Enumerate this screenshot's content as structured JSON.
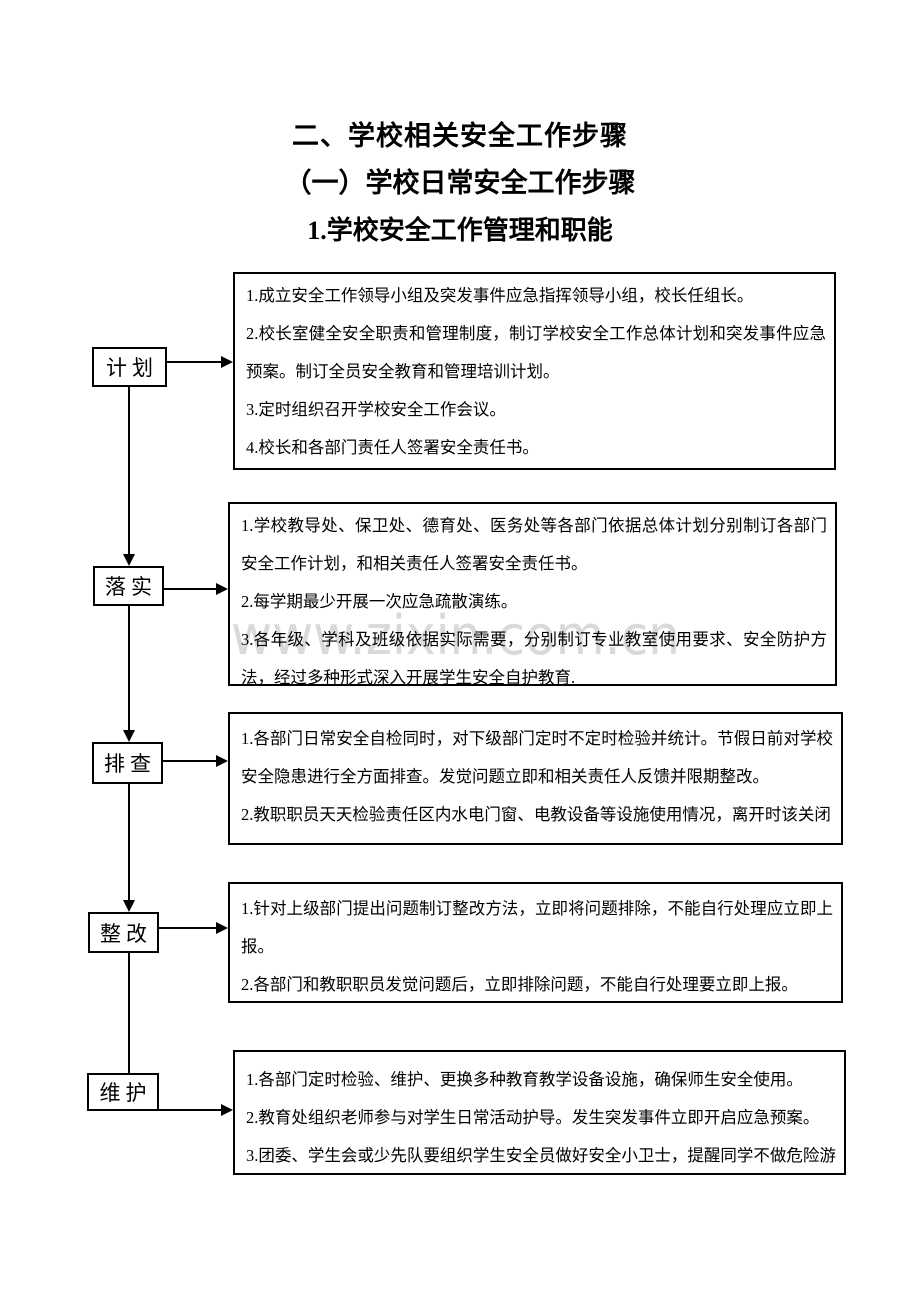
{
  "page": {
    "heading1": "二、学校相关安全工作步骤",
    "heading2": "（一）学校日常安全工作步骤",
    "heading3": "1.学校安全工作管理和职能"
  },
  "watermark": {
    "text": "www.zixin.com.cn"
  },
  "flow": {
    "steps": [
      {
        "label": "计划",
        "items": [
          "1.成立安全工作领导小组及突发事件应急指挥领导小组，校长任组长。",
          "2.校长室健全安全职责和管理制度，制订学校安全工作总体计划和突发事件应急预案。制订全员安全教育和管理培训计划。",
          "3.定时组织召开学校安全工作会议。",
          "4.校长和各部门责任人签署安全责任书。"
        ]
      },
      {
        "label": "落实",
        "items": [
          "1.学校教导处、保卫处、德育处、医务处等各部门依据总体计划分别制订各部门安全工作计划，和相关责任人签署安全责任书。",
          "2.每学期最少开展一次应急疏散演练。",
          "3.各年级、学科及班级依据实际需要，分别制订专业教室使用要求、安全防护方法，经过多种形式深入开展学生安全自护教育."
        ]
      },
      {
        "label": "排查",
        "items": [
          "1.各部门日常安全自检同时，对下级部门定时不定时检验并统计。节假日前对学校安全隐患进行全方面排查。发觉问题立即和相关责任人反馈并限期整改。",
          "2.教职职员天天检验责任区内水电门窗、电教设备等设施使用情况，离开时该关闭"
        ]
      },
      {
        "label": "整改",
        "items": [
          "1.针对上级部门提出问题制订整改方法，立即将问题排除，不能自行处理应立即上报。",
          "2.各部门和教职职员发觉问题后，立即排除问题，不能自行处理要立即上报。"
        ]
      },
      {
        "label": "维护",
        "items": [
          "1.各部门定时检验、维护、更换多种教育教学设备设施，确保师生安全使用。",
          "2.教育处组织老师参与对学生日常活动护导。发生突发事件立即开启应急预案。",
          "3.团委、学生会或少先队要组织学生安全员做好安全小卫士，提醒同学不做危险游"
        ]
      }
    ]
  },
  "colors": {
    "background": "#ffffff",
    "line": "#000000",
    "text": "#000000",
    "watermark": "#d9d9d9"
  }
}
